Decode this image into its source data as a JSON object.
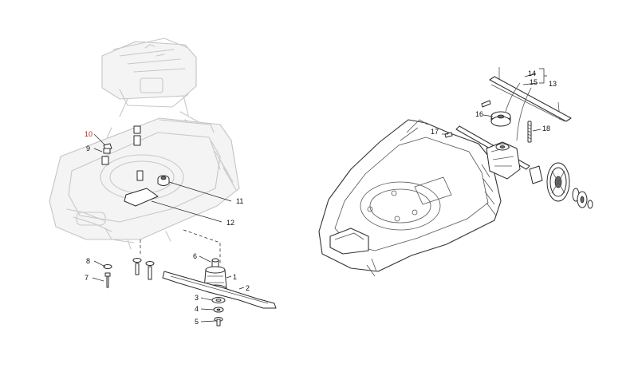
{
  "callouts": {
    "c1": "1",
    "c2": "2",
    "c3": "3",
    "c4": "4",
    "c5": "5",
    "c6": "6",
    "c7": "7",
    "c8": "8",
    "c9": "9",
    "c10": "10",
    "c11": "11",
    "c12": "12",
    "c13": "13",
    "c14": "14",
    "c15": "15",
    "c16": "16",
    "c17": "17",
    "c18": "18"
  },
  "colors": {
    "callout_highlight": "#b3261e",
    "line": "#2a2a2a",
    "ghost": "#c8c8c8"
  }
}
